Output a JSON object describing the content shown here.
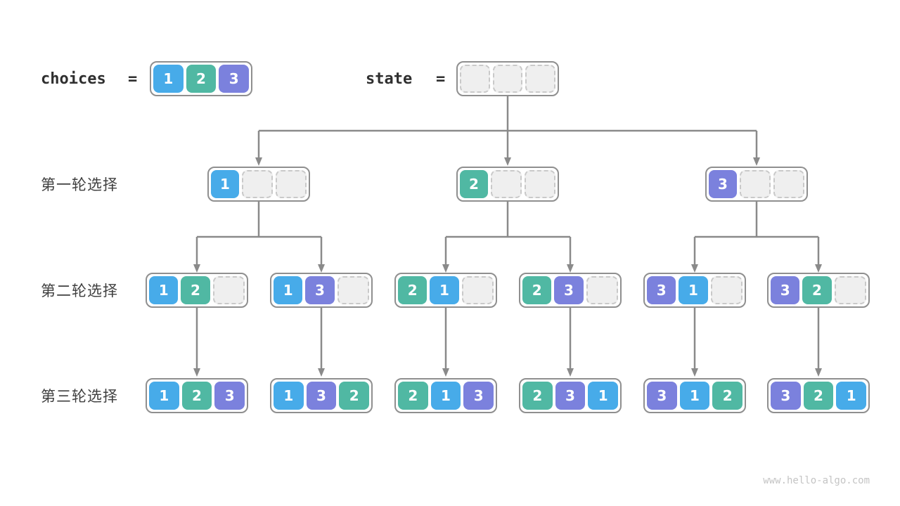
{
  "colors": {
    "1": "#47abe9",
    "2": "#50b8a3",
    "3": "#7b81dd",
    "empty_fill": "#efefef",
    "empty_border": "#c9c9c9",
    "node_border": "#8f8f8f",
    "connector": "#8a8a8a",
    "cell_text": "#ffffff"
  },
  "legend": {
    "choices": {
      "label": "choices",
      "equals": "=",
      "cells": [
        "1",
        "2",
        "3"
      ]
    },
    "state": {
      "label": "state",
      "equals": "=",
      "cells": [
        "",
        "",
        ""
      ]
    }
  },
  "rows": [
    {
      "label": "第一轮选择",
      "nodes": [
        [
          "1",
          "",
          ""
        ],
        [
          "2",
          "",
          ""
        ],
        [
          "3",
          "",
          ""
        ]
      ]
    },
    {
      "label": "第二轮选择",
      "nodes": [
        [
          "1",
          "2",
          ""
        ],
        [
          "1",
          "3",
          ""
        ],
        [
          "2",
          "1",
          ""
        ],
        [
          "2",
          "3",
          ""
        ],
        [
          "3",
          "1",
          ""
        ],
        [
          "3",
          "2",
          ""
        ]
      ]
    },
    {
      "label": "第三轮选择",
      "nodes": [
        [
          "1",
          "2",
          "3"
        ],
        [
          "1",
          "3",
          "2"
        ],
        [
          "2",
          "1",
          "3"
        ],
        [
          "2",
          "3",
          "1"
        ],
        [
          "3",
          "1",
          "2"
        ],
        [
          "3",
          "2",
          "1"
        ]
      ]
    }
  ],
  "watermark": "www.hello-algo.com"
}
